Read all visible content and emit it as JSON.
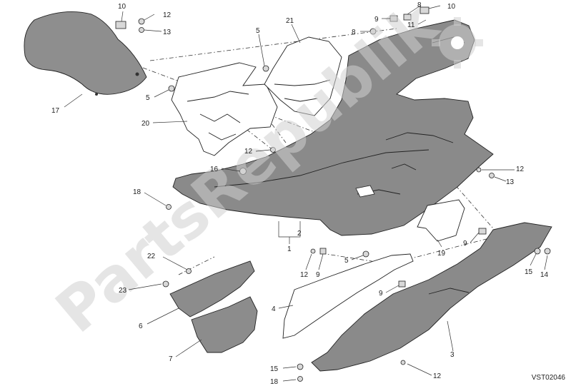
{
  "watermark": {
    "text": "PartsRepublik",
    "gear": "gear-icon"
  },
  "doc_code": "VST02046",
  "callouts": [
    {
      "id": "c10a",
      "label": "10"
    },
    {
      "id": "c12a",
      "label": "12"
    },
    {
      "id": "c13a",
      "label": "13"
    },
    {
      "id": "c17",
      "label": "17"
    },
    {
      "id": "c5a",
      "label": "5"
    },
    {
      "id": "c5b",
      "label": "5"
    },
    {
      "id": "c21",
      "label": "21"
    },
    {
      "id": "c20",
      "label": "20"
    },
    {
      "id": "c9a",
      "label": "9"
    },
    {
      "id": "c8a",
      "label": "8"
    },
    {
      "id": "c8b",
      "label": "8"
    },
    {
      "id": "c10b",
      "label": "10"
    },
    {
      "id": "c11",
      "label": "11"
    },
    {
      "id": "c12b",
      "label": "12"
    },
    {
      "id": "c16",
      "label": "16"
    },
    {
      "id": "c18a",
      "label": "18"
    },
    {
      "id": "c13b",
      "label": "13"
    },
    {
      "id": "c12c",
      "label": "12"
    },
    {
      "id": "c2",
      "label": "2"
    },
    {
      "id": "c1",
      "label": "1"
    },
    {
      "id": "c19",
      "label": "19"
    },
    {
      "id": "c9b",
      "label": "9"
    },
    {
      "id": "c15a",
      "label": "15"
    },
    {
      "id": "c14",
      "label": "14"
    },
    {
      "id": "c22",
      "label": "22"
    },
    {
      "id": "c23",
      "label": "23"
    },
    {
      "id": "c12d",
      "label": "12"
    },
    {
      "id": "c9c",
      "label": "9"
    },
    {
      "id": "c5c",
      "label": "5"
    },
    {
      "id": "c6",
      "label": "6"
    },
    {
      "id": "c7",
      "label": "7"
    },
    {
      "id": "c4",
      "label": "4"
    },
    {
      "id": "c9d",
      "label": "9"
    },
    {
      "id": "c3",
      "label": "3"
    },
    {
      "id": "c15b",
      "label": "15"
    },
    {
      "id": "c18b",
      "label": "18"
    },
    {
      "id": "c12e",
      "label": "12"
    }
  ]
}
